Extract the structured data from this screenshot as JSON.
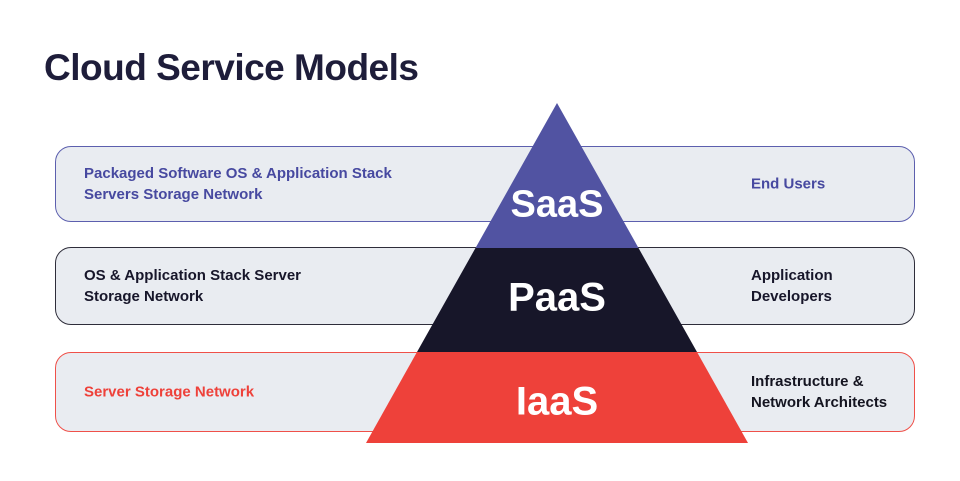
{
  "title": "Cloud Service Models",
  "colors": {
    "title": "#1e1d3a",
    "band_fill": "#e9ecf1",
    "saas_fill": "#5153a2",
    "paas_fill": "#171629",
    "iaas_fill": "#ee413a",
    "saas_border": "#5c5fae",
    "paas_border": "#2e2d3a",
    "iaas_border": "#ef5049",
    "saas_text": "#4749a0",
    "paas_text": "#17162a",
    "iaas_left_text": "#ee413a",
    "iaas_right_text": "#141420",
    "pyramid_label": "#ffffff"
  },
  "pyramid": {
    "levels": [
      {
        "label": "SaaS"
      },
      {
        "label": "PaaS"
      },
      {
        "label": "IaaS"
      }
    ]
  },
  "bands": [
    {
      "left_lines": [
        "Packaged Software OS & Application Stack",
        "Servers Storage Network"
      ],
      "right_lines": [
        "End Users"
      ]
    },
    {
      "left_lines": [
        "OS & Application Stack Server",
        "Storage Network"
      ],
      "right_lines": [
        "Application",
        "Developers"
      ]
    },
    {
      "left_lines": [
        "Server Storage Network"
      ],
      "right_lines": [
        "Infrastructure &",
        "Network Architects"
      ]
    }
  ]
}
